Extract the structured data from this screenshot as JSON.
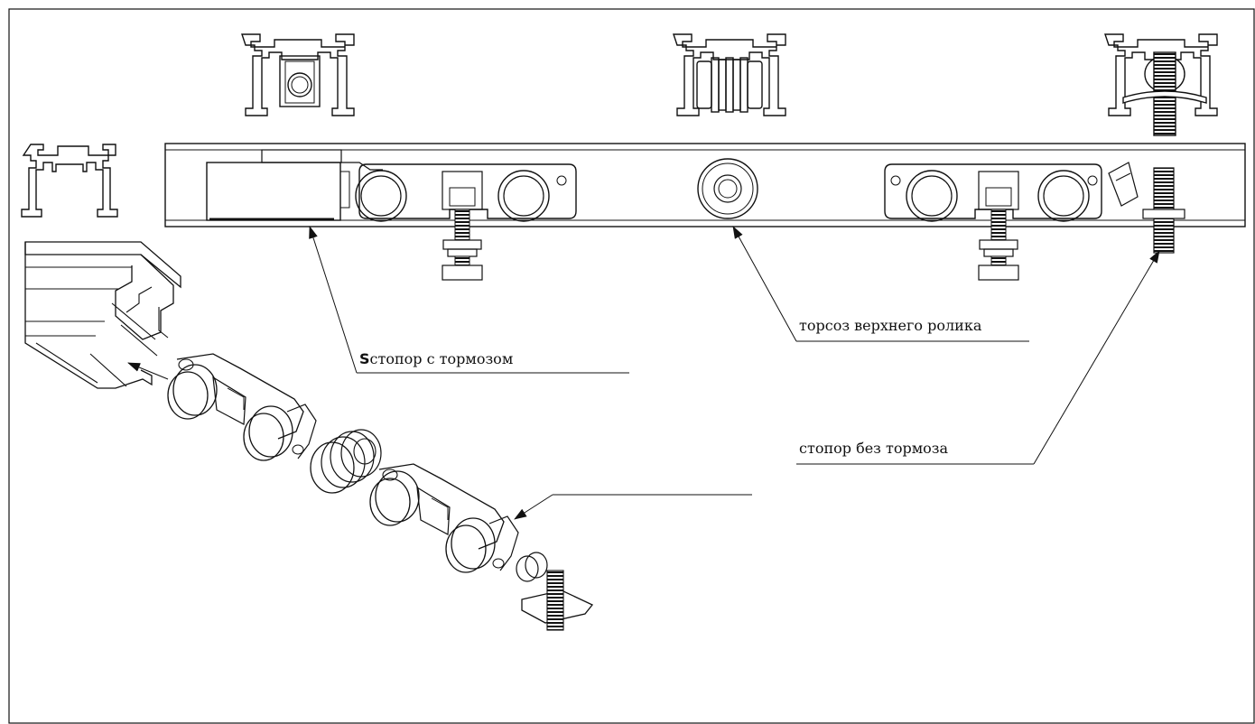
{
  "labels": {
    "stop_with_brake_prefix": "S",
    "stop_with_brake": "стопор с тормозом",
    "upper_roller_stop": "торсоз верхнего ролика",
    "stop_without_brake": "стопор без тормоза"
  },
  "colors": {
    "line": "#111111",
    "rod": "#222222",
    "grey": "#999999",
    "background": "#ffffff"
  }
}
